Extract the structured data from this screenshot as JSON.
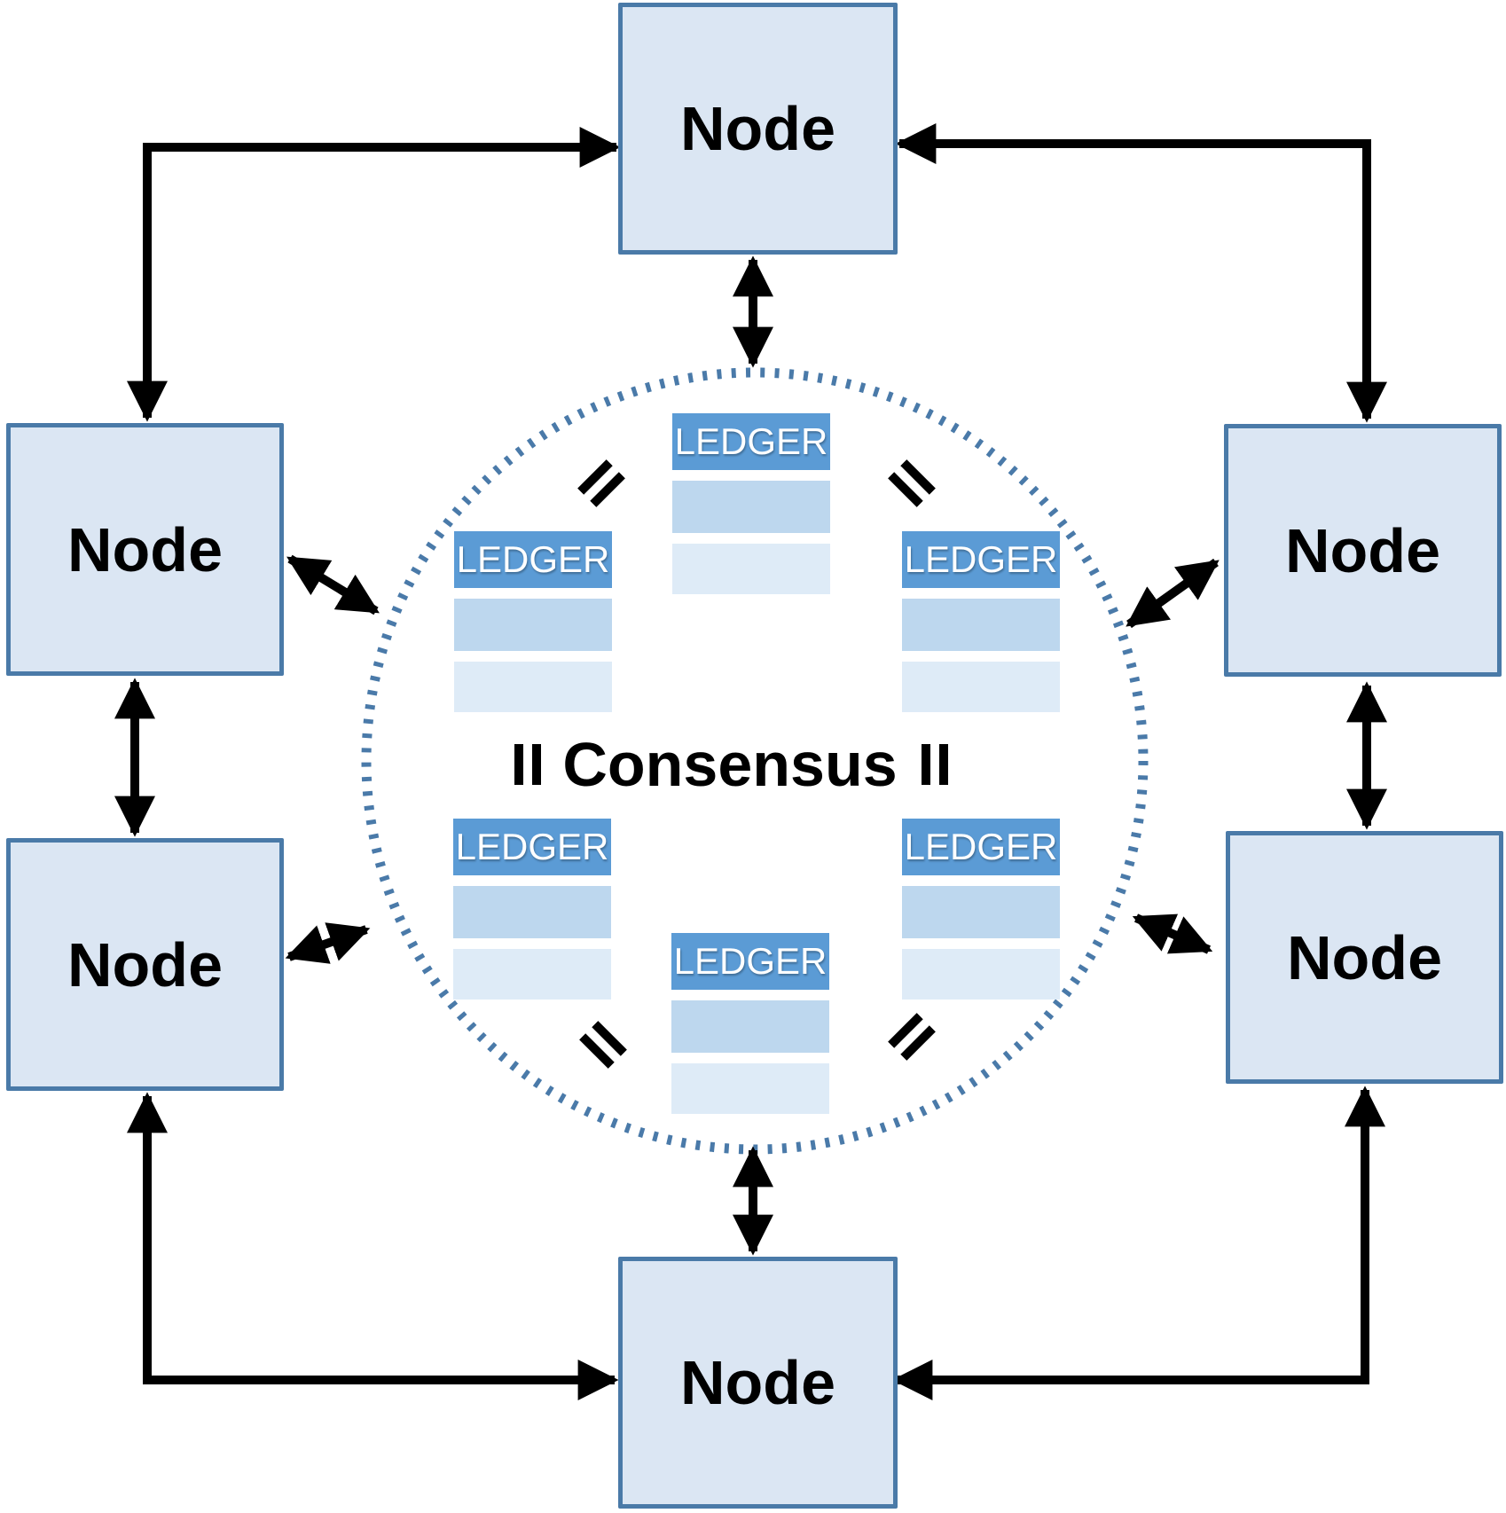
{
  "diagram": {
    "type": "peer-to-peer consensus network",
    "center_label": "Consensus",
    "nodes": [
      {
        "position": "top",
        "label": "Node"
      },
      {
        "position": "upper-left",
        "label": "Node"
      },
      {
        "position": "upper-right",
        "label": "Node"
      },
      {
        "position": "lower-left",
        "label": "Node"
      },
      {
        "position": "lower-right",
        "label": "Node"
      },
      {
        "position": "bottom",
        "label": "Node"
      }
    ],
    "ledgers": [
      {
        "position": "top",
        "label": "LEDGER",
        "data_rows": 2
      },
      {
        "position": "upper-left",
        "label": "LEDGER",
        "data_rows": 2
      },
      {
        "position": "upper-right",
        "label": "LEDGER",
        "data_rows": 2
      },
      {
        "position": "lower-left",
        "label": "LEDGER",
        "data_rows": 2
      },
      {
        "position": "lower-right",
        "label": "LEDGER",
        "data_rows": 2
      },
      {
        "position": "bottom",
        "label": "LEDGER",
        "data_rows": 2
      }
    ],
    "equals_signs": [
      {
        "position": "top-left",
        "meaning": "ledgers are equal"
      },
      {
        "position": "top-right",
        "meaning": "ledgers are equal"
      },
      {
        "position": "middle-left",
        "meaning": "ledgers are equal"
      },
      {
        "position": "middle-right",
        "meaning": "ledgers are equal"
      },
      {
        "position": "bottom-left",
        "meaning": "ledgers are equal"
      },
      {
        "position": "bottom-right",
        "meaning": "ledgers are equal"
      }
    ],
    "connections": [
      "top node <-> consensus circle",
      "bottom node <-> consensus circle",
      "upper-left node <-> consensus circle",
      "upper-right node <-> consensus circle",
      "lower-left node <-> consensus circle",
      "lower-right node <-> consensus circle",
      "upper-left node <-> top node (corner path)",
      "top node <-> upper-right node (corner path)",
      "lower-left node <-> bottom node (corner path)",
      "bottom node <-> lower-right node (corner path)",
      "upper-left node <-> lower-left node",
      "upper-right node <-> lower-right node"
    ]
  },
  "colors": {
    "node-fill": "#dbe6f3",
    "node-border": "#4a7aa8",
    "ledger-header": "#5b9bd5",
    "ledger-row-medium": "#bdd7ee",
    "ledger-row-light": "#deebf7",
    "circle-dots": "#4a7aa9",
    "arrow": "#000000",
    "label-text": "#000000",
    "ledger-text": "#ffffff",
    "background": "#ffffff"
  }
}
